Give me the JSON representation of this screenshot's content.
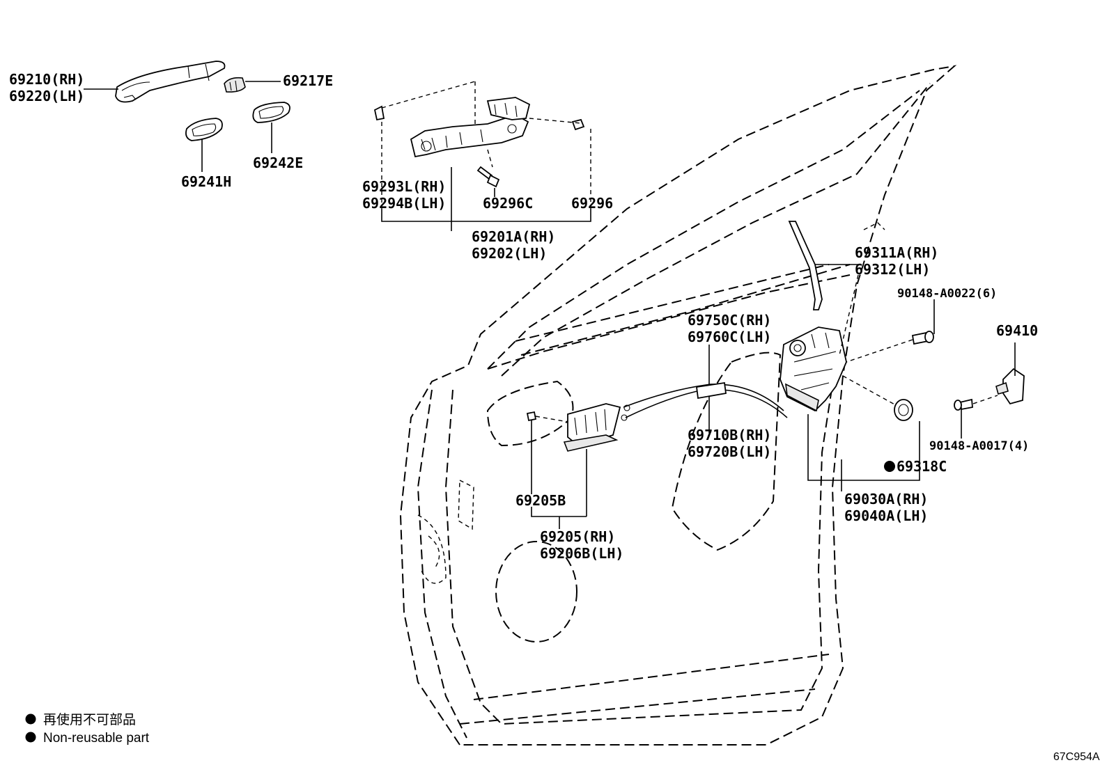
{
  "labels": {
    "p69210": "69210(RH)",
    "p69220": "69220(LH)",
    "p69217E": "69217E",
    "p69241H": "69241H",
    "p69242E": "69242E",
    "p69293L": "69293L(RH)",
    "p69294B": "69294B(LH)",
    "p69296C": "69296C",
    "p69296": "69296",
    "p69201A": "69201A(RH)",
    "p69202": "69202(LH)",
    "p69311A": "69311A(RH)",
    "p69312": "69312(LH)",
    "p90148_22": "90148-A0022(6)",
    "p69410": "69410",
    "p69750C": "69750C(RH)",
    "p69760C": "69760C(LH)",
    "p69710B": "69710B(RH)",
    "p69720B": "69720B(LH)",
    "p90148_17": "90148-A0017(4)",
    "p69318C": "69318C",
    "p69030A": "69030A(RH)",
    "p69040A": "69040A(LH)",
    "p69205B": "69205B",
    "p69205": "69205(RH)",
    "p69206B": "69206B(LH)"
  },
  "legend": {
    "jp": "再使用不可部品",
    "en": "Non-reusable part"
  },
  "figure_code": "67C954A",
  "colors": {
    "ink": "#000000",
    "paper": "#ffffff"
  }
}
